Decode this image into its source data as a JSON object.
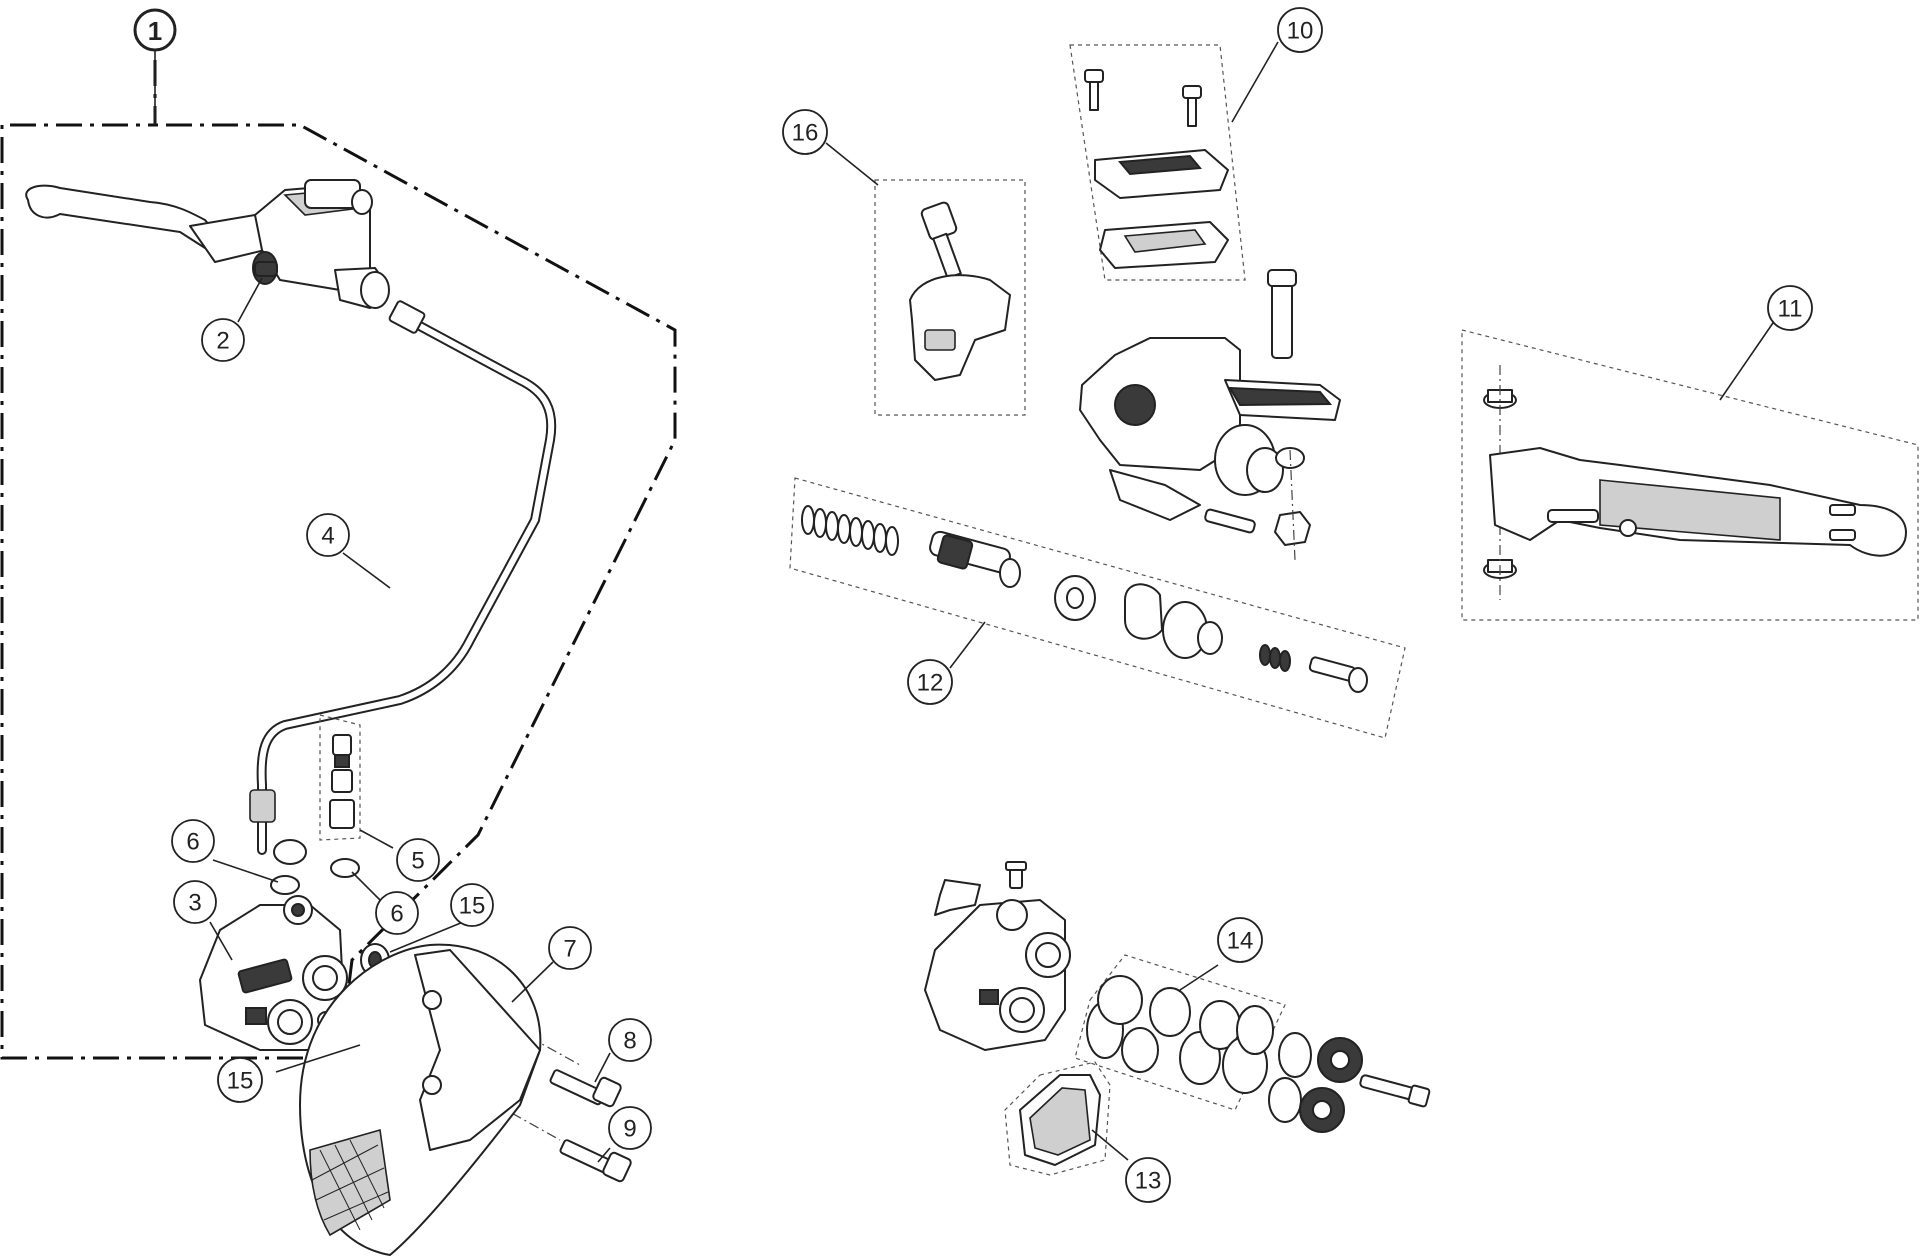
{
  "callouts": {
    "c1": "1",
    "c2": "2",
    "c3": "3",
    "c4": "4",
    "c5": "5",
    "c6a": "6",
    "c6b": "6",
    "c7": "7",
    "c8": "8",
    "c9": "9",
    "c10": "10",
    "c11": "11",
    "c12": "12",
    "c13": "13",
    "c14": "14",
    "c15a": "15",
    "c15b": "15",
    "c16": "16"
  },
  "colors": {
    "line": "#222222",
    "part_fill": "#ffffff",
    "dark_fill": "#3a3a3a"
  }
}
